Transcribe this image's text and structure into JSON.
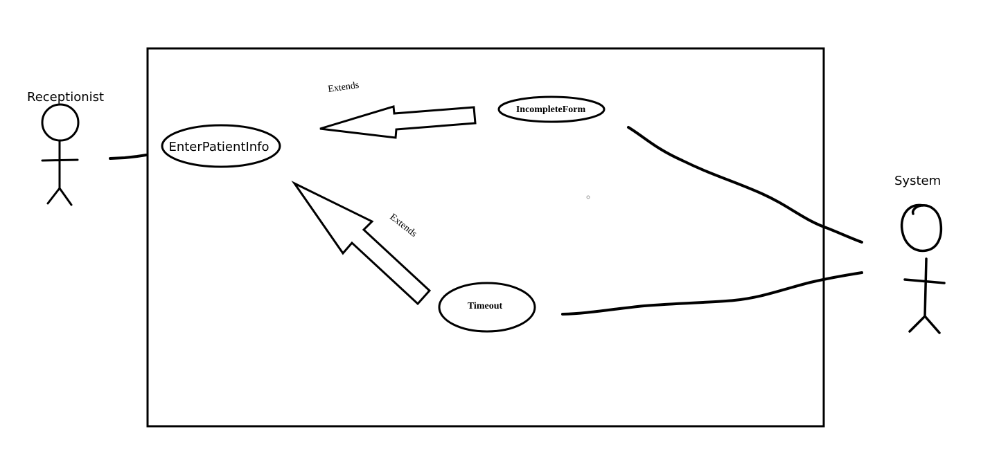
{
  "actors": {
    "receptionist": "Receptionist",
    "system": "System"
  },
  "use_cases": {
    "enter_patient_info": "EnterPatientInfo",
    "incomplete_form": "IncompleteForm",
    "timeout": "Timeout"
  },
  "relations": {
    "extends_top": "Extends",
    "extends_diag": "Extends"
  },
  "colors": {
    "stroke": "#000000",
    "background": "#ffffff"
  }
}
